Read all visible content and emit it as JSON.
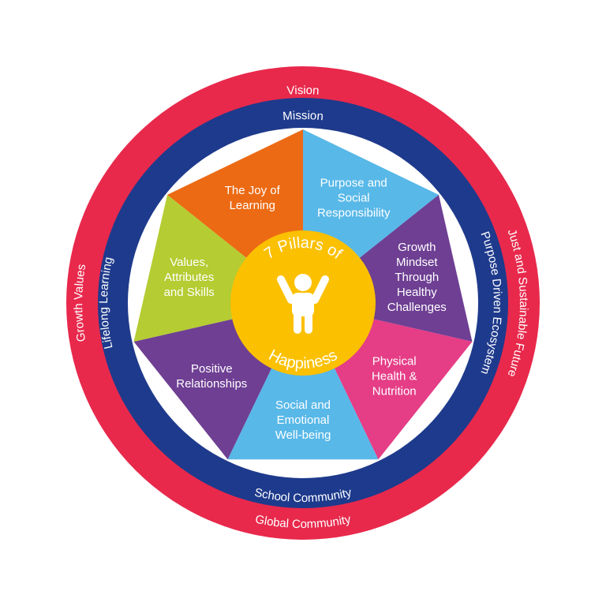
{
  "outer_ring": {
    "top": "Vision",
    "bottom": "Global Community",
    "left": "Growth Values",
    "right": "Just and Sustainable Future",
    "color": "#e8294c"
  },
  "inner_ring": {
    "top": "Mission",
    "bottom": "School Community",
    "left": "Lifelong Learning",
    "right": "Purpose Driven Ecosystem",
    "color": "#1e3a8c"
  },
  "pillars": [
    {
      "lines": [
        "The Joy of",
        "Learning"
      ],
      "color": "#ec6a14"
    },
    {
      "lines": [
        "Purpose and",
        "Social",
        "Responsibility"
      ],
      "color": "#58b8e8"
    },
    {
      "lines": [
        "Growth",
        "Mindset",
        "Through",
        "Healthy",
        "Challenges"
      ],
      "color": "#6e3f93"
    },
    {
      "lines": [
        "Physical",
        "Health &",
        "Nutrition"
      ],
      "color": "#e53d86"
    },
    {
      "lines": [
        "Social and",
        "Emotional",
        "Well-being"
      ],
      "color": "#58b8e8"
    },
    {
      "lines": [
        "Positive",
        "Relationships"
      ],
      "color": "#6e3f93"
    },
    {
      "lines": [
        "Values,",
        "Attributes",
        "and Skills"
      ],
      "color": "#b5cc32"
    }
  ],
  "hub": {
    "top": "7 Pillars of",
    "bottom": "Happiness",
    "icon": "person-arms-up-icon",
    "color": "#fbc000"
  }
}
